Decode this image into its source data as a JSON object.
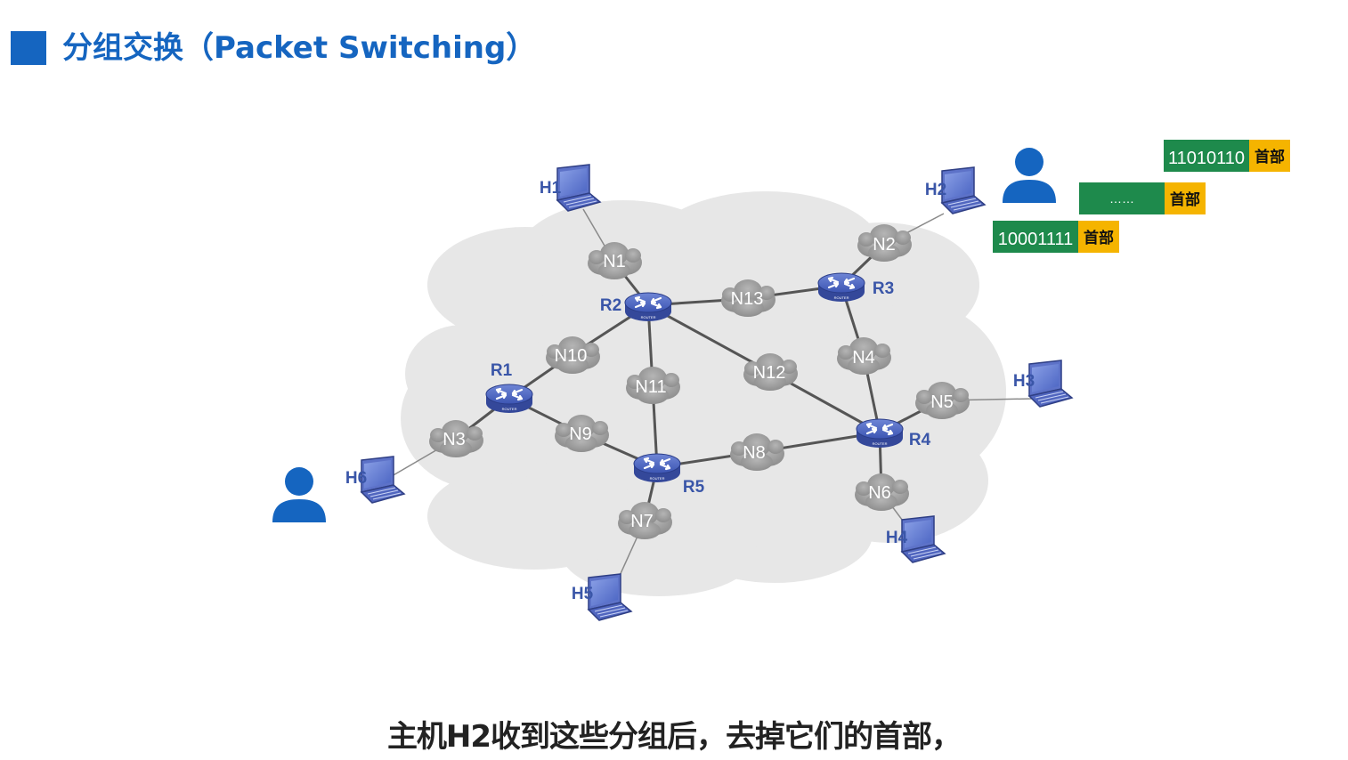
{
  "slide": {
    "title": "分组交换（Packet Switching）",
    "subtitle": "主机H2收到这些分组后，去掉它们的首部，"
  },
  "routers": [
    "R1",
    "R2",
    "R3",
    "R4",
    "R5"
  ],
  "hosts": [
    "H1",
    "H2",
    "H3",
    "H4",
    "H5",
    "H6"
  ],
  "networks": [
    "N1",
    "N2",
    "N3",
    "N4",
    "N5",
    "N6",
    "N7",
    "N8",
    "N9",
    "N10",
    "N11",
    "N12",
    "N13"
  ],
  "packets": [
    {
      "data": "11010110",
      "header": "首部"
    },
    {
      "data": "……",
      "header": "首部"
    },
    {
      "data": "10001111",
      "header": "首部"
    }
  ],
  "colors": {
    "accent": "#1565c0",
    "packet_data": "#1e8a4c",
    "packet_header": "#f5b400",
    "label_blue": "#3a56a8"
  }
}
